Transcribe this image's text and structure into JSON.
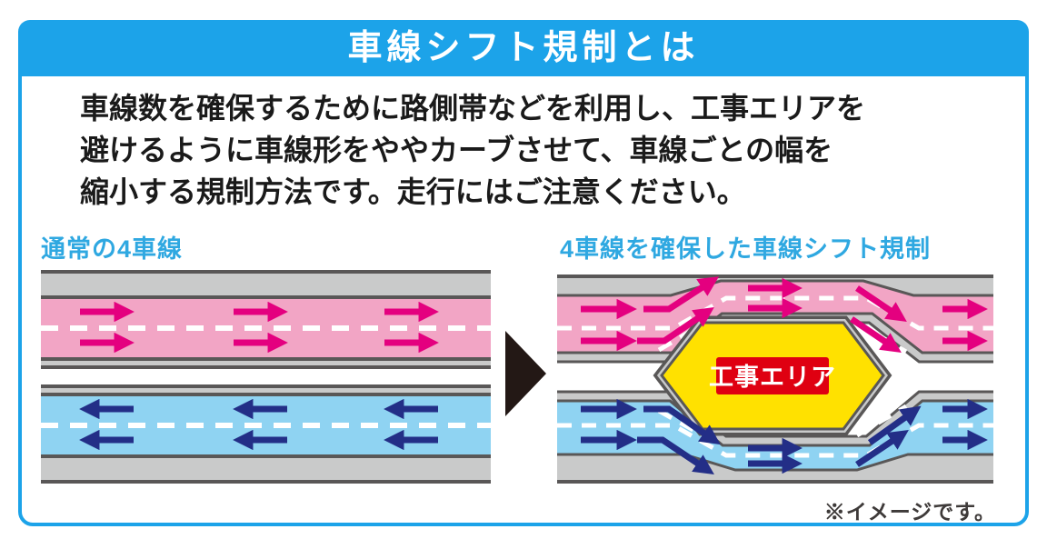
{
  "title": "車線シフト規制とは",
  "description_lines": [
    "車線数を確保するために路側帯などを利用し、工事エリアを",
    "避けるように車線形をややカーブさせて、車線ごとの幅を",
    "縮小する規制方法です。走行にはご注意ください。"
  ],
  "diagrams": {
    "left": {
      "label": "通常の4車線"
    },
    "right": {
      "label": "4車線を確保した車線シフト規制",
      "construction_area_label": "工事エリア"
    }
  },
  "footnote": "※イメージです。",
  "icons": {
    "transition_arrow": "black-right-pointing-triangle"
  },
  "colors": {
    "accent_blue": "#1CA3E9",
    "label_blue": "#2FA8E1",
    "road_pink": "#F2A5C5",
    "arrow_magenta": "#E4007F",
    "road_blue": "#8FD3F2",
    "arrow_navy": "#232E87",
    "shoulder_gray": "#C9CACA",
    "edge_line_gray": "#595757",
    "construction_yellow": "#FFE100",
    "construction_red": "#DF0011",
    "transition_arrow_black": "#231815"
  }
}
